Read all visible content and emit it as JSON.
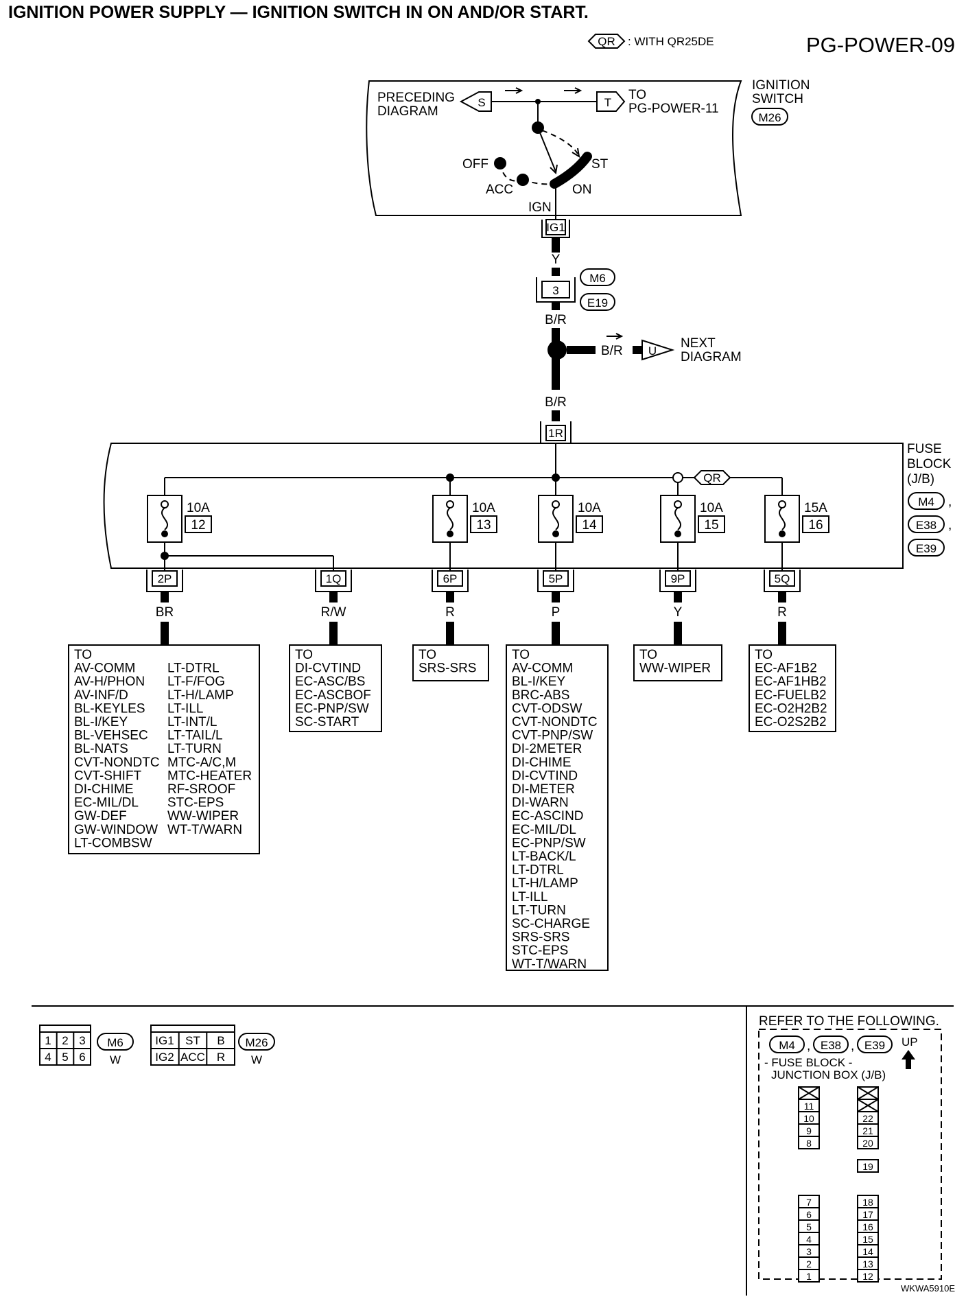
{
  "header": {
    "title": "IGNITION POWER SUPPLY — IGNITION SWITCH IN ON AND/OR START.",
    "page_code": "PG-POWER-09",
    "legend_tag": "QR",
    "legend_text": ": WITH QR25DE"
  },
  "ignition_switch": {
    "label_line1": "IGNITION",
    "label_line2": "SWITCH",
    "connector": "M26",
    "preceding_line1": "PRECEDING",
    "preceding_line2": "DIAGRAM",
    "preceding_tag": "S",
    "to_tag": "T",
    "to_line1": "TO",
    "to_line2": "PG-POWER-11",
    "pos_off": "OFF",
    "pos_acc": "ACC",
    "pos_st": "ST",
    "pos_on": "ON",
    "ign": "IGN",
    "terminal": "IG1"
  },
  "trunk": {
    "wire_top": "Y",
    "joint_terminal": "3",
    "joint_conn_a": "M6",
    "joint_conn_b": "E19",
    "wire_mid": "B/R",
    "branch_wire": "B/R",
    "next_tag": "U",
    "next_line1": "NEXT",
    "next_line2": "DIAGRAM",
    "wire_low": "B/R",
    "fuse_block_terminal": "1R"
  },
  "fuse_block": {
    "label_line1": "FUSE",
    "label_line2": "BLOCK",
    "label_line3": "(J/B)",
    "conn_a": "M4",
    "conn_b": "E38",
    "conn_c": "E39",
    "qr_tag": "QR"
  },
  "fuses": [
    {
      "amps": "10A",
      "num": "12"
    },
    {
      "amps": "10A",
      "num": "13"
    },
    {
      "amps": "10A",
      "num": "14"
    },
    {
      "amps": "10A",
      "num": "15"
    },
    {
      "amps": "15A",
      "num": "16"
    }
  ],
  "outputs": [
    {
      "terminal": "2P",
      "wire": "BR"
    },
    {
      "terminal": "1Q",
      "wire": "R/W"
    },
    {
      "terminal": "6P",
      "wire": "R"
    },
    {
      "terminal": "5P",
      "wire": "P"
    },
    {
      "terminal": "9P",
      "wire": "Y"
    },
    {
      "terminal": "5Q",
      "wire": "R"
    }
  ],
  "destinations": [
    {
      "col1": [
        "TO",
        "AV-COMM",
        "AV-H/PHON",
        "AV-INF/D",
        "BL-KEYLES",
        "BL-I/KEY",
        "BL-VEHSEC",
        "BL-NATS",
        "CVT-NONDTC",
        "CVT-SHIFT",
        "DI-CHIME",
        "EC-MIL/DL",
        "GW-DEF",
        "GW-WINDOW",
        "LT-COMBSW"
      ],
      "col2": [
        "LT-DTRL",
        "LT-F/FOG",
        "LT-H/LAMP",
        "LT-ILL",
        "LT-INT/L",
        "LT-TAIL/L",
        "LT-TURN",
        "MTC-A/C,M",
        "MTC-HEATER",
        "RF-SROOF",
        "STC-EPS",
        "WW-WIPER",
        "WT-T/WARN"
      ]
    },
    {
      "col1": [
        "TO",
        "DI-CVTIND",
        "EC-ASC/BS",
        "EC-ASCBOF",
        "EC-PNP/SW",
        "SC-START"
      ]
    },
    {
      "col1": [
        "TO",
        "SRS-SRS"
      ]
    },
    {
      "col1": [
        "TO",
        "AV-COMM",
        "BL-I/KEY",
        "BRC-ABS",
        "CVT-ODSW",
        "CVT-NONDTC",
        "CVT-PNP/SW",
        "DI-2METER",
        "DI-CHIME",
        "DI-CVTIND",
        "DI-METER",
        "DI-WARN",
        "EC-ASCIND",
        "EC-MIL/DL",
        "EC-PNP/SW",
        "LT-BACK/L",
        "LT-DTRL",
        "LT-H/LAMP",
        "LT-ILL",
        "LT-TURN",
        "SC-CHARGE",
        "SRS-SRS",
        "STC-EPS",
        "WT-T/WARN"
      ]
    },
    {
      "col1": [
        "TO",
        "WW-WIPER"
      ]
    },
    {
      "col1": [
        "TO",
        "EC-AF1B2",
        "EC-AF1HB2",
        "EC-FUELB2",
        "EC-O2H2B2",
        "EC-O2S2B2"
      ]
    }
  ],
  "connector_views": {
    "m6": {
      "cells": [
        "1",
        "2",
        "3",
        "4",
        "5",
        "6"
      ],
      "code": "M6",
      "color": "W"
    },
    "m26": {
      "cells": [
        "IG1",
        "ST",
        "B",
        "IG2",
        "ACC",
        "R"
      ],
      "code": "M26",
      "color": "W"
    }
  },
  "reference": {
    "heading": "REFER TO THE FOLLOWING.",
    "conn_a": "M4",
    "conn_b": "E38",
    "conn_c": "E39",
    "up": "UP",
    "line1": "- FUSE BLOCK -",
    "line2": "JUNCTION BOX (J/B)",
    "left_top": [
      "11",
      "10",
      "9",
      "8"
    ],
    "left_bottom": [
      "7",
      "6",
      "5",
      "4",
      "3",
      "2",
      "1"
    ],
    "right_top": [
      "22",
      "21",
      "20"
    ],
    "right_mid": "19",
    "right_bottom": [
      "18",
      "17",
      "16",
      "15",
      "14",
      "13",
      "12"
    ]
  },
  "footer": {
    "code": "WKWA5910E"
  }
}
